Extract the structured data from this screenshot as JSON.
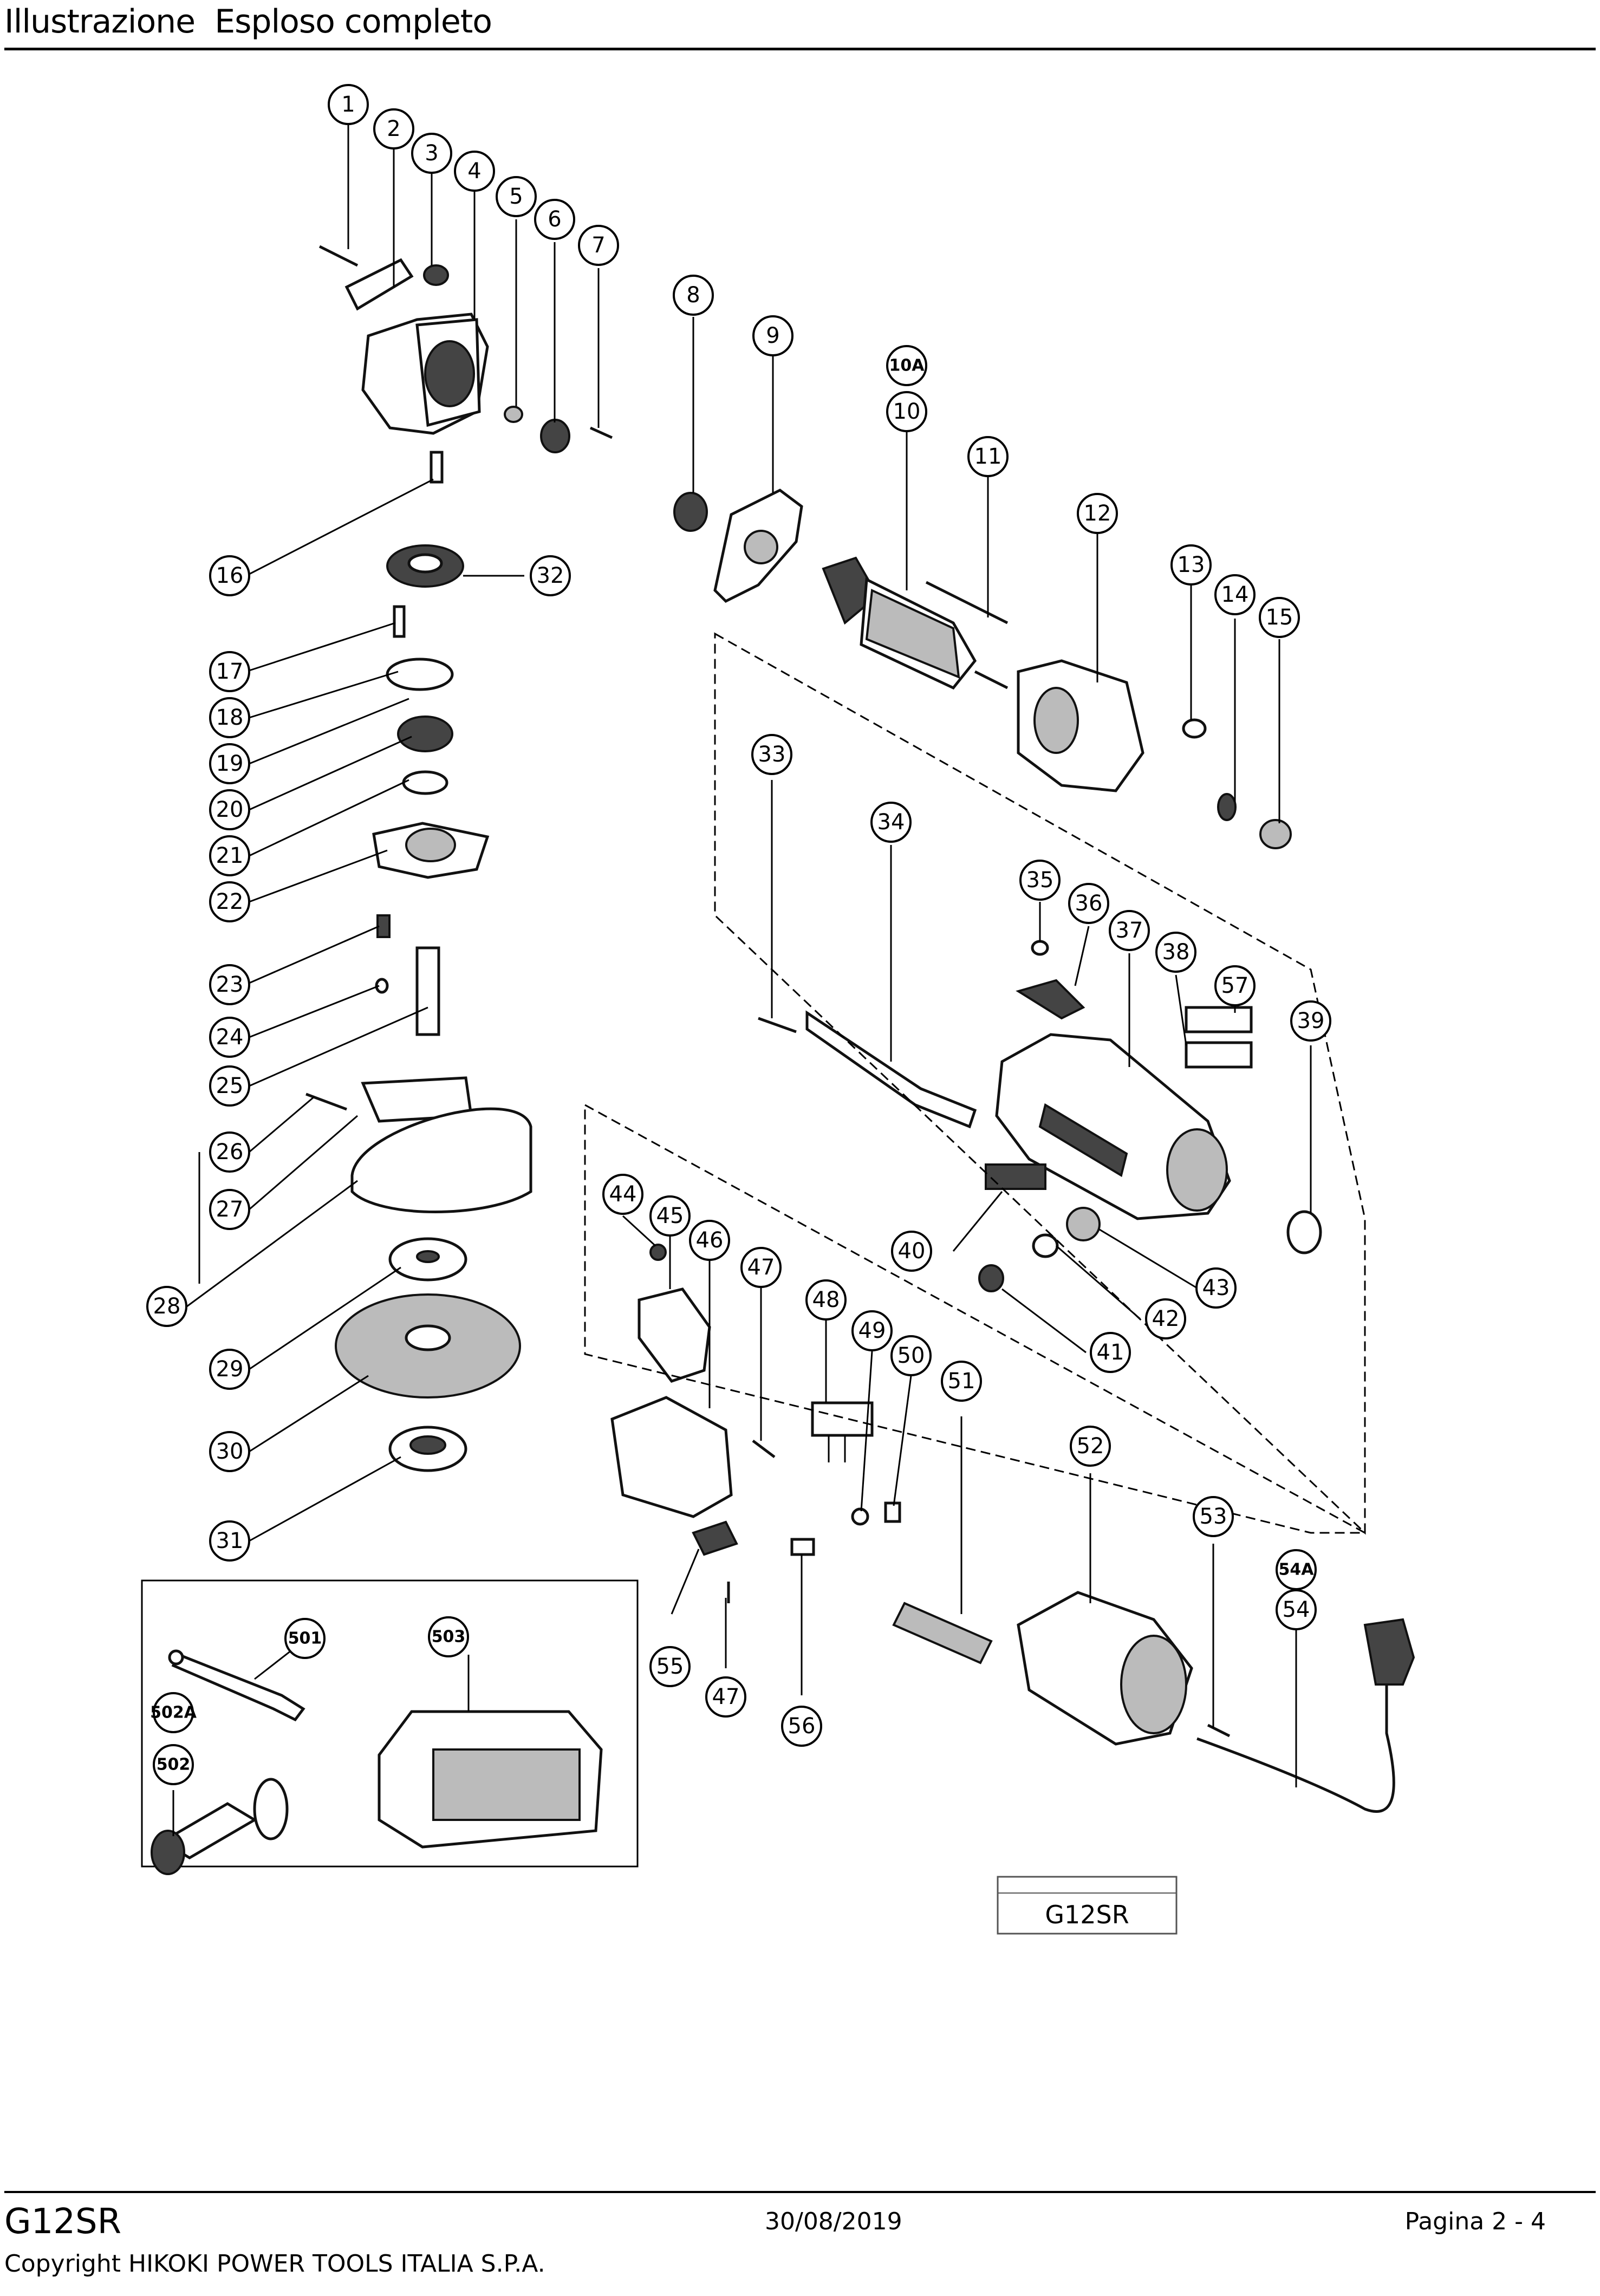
{
  "header": {
    "title": "Illustrazione  Esploso completo"
  },
  "diagram": {
    "model_label": "G12SR",
    "callouts": [
      "1",
      "2",
      "3",
      "4",
      "5",
      "6",
      "7",
      "8",
      "9",
      "10A",
      "10",
      "11",
      "12",
      "13",
      "14",
      "15",
      "16",
      "32",
      "17",
      "18",
      "19",
      "20",
      "21",
      "22",
      "23",
      "24",
      "25",
      "26",
      "27",
      "28",
      "29",
      "30",
      "31",
      "33",
      "34",
      "35",
      "36",
      "37",
      "38",
      "57",
      "39",
      "40",
      "43",
      "42",
      "41",
      "44",
      "45",
      "46",
      "47",
      "48",
      "49",
      "50",
      "51",
      "52",
      "53",
      "54A",
      "54",
      "55",
      "47",
      "56",
      "501",
      "503",
      "502A",
      "502"
    ]
  },
  "footer": {
    "model": "G12SR",
    "date": "30/08/2019",
    "page": "Pagina 2 - 4",
    "copyright": "Copyright HIKOKI POWER TOOLS ITALIA S.P.A."
  }
}
